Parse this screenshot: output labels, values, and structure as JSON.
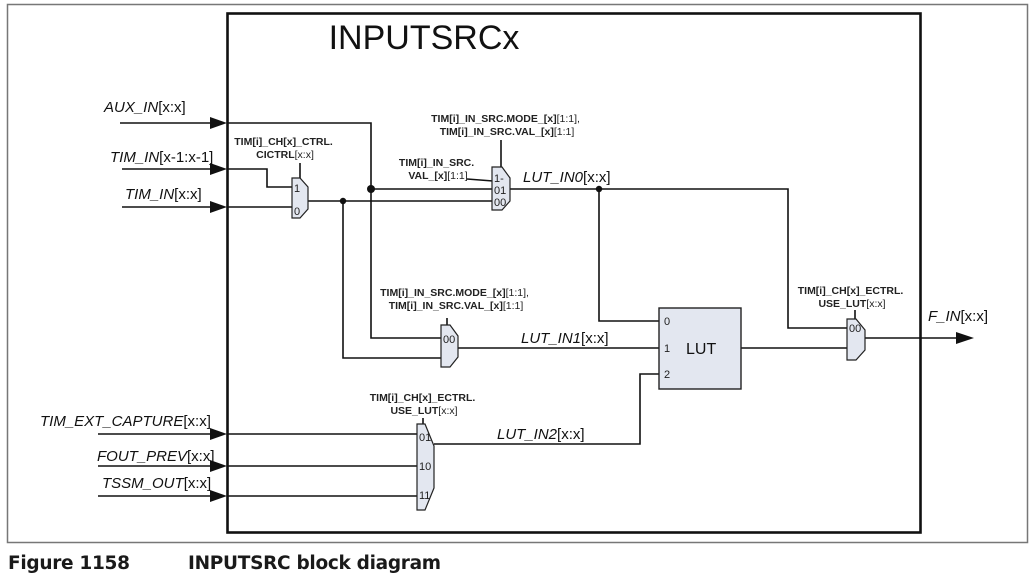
{
  "block": {
    "title": "INPUTSRCx"
  },
  "inputs": {
    "aux_in": {
      "name": "AUX_IN",
      "range": "[x:x]"
    },
    "tim_in_prev": {
      "name": "TIM_IN",
      "range": "[x-1:x-1]"
    },
    "tim_in": {
      "name": "TIM_IN",
      "range": "[x:x]"
    },
    "tim_ext_capture": {
      "name": "TIM_EXT_CAPTURE",
      "range": "[x:x]"
    },
    "fout_prev": {
      "name": "FOUT_PREV",
      "range": "[x:x]"
    },
    "tssm_out": {
      "name": "TSSM_OUT",
      "range": "[x:x]"
    }
  },
  "outputs": {
    "f_in": {
      "name": "F_IN",
      "range": "[x:x]"
    }
  },
  "internal_signals": {
    "lut_in0": {
      "name": "LUT_IN0",
      "range": "[x:x]"
    },
    "lut_in1": {
      "name": "LUT_IN1",
      "range": "[x:x]"
    },
    "lut_in2": {
      "name": "LUT_IN2",
      "range": "[x:x]"
    }
  },
  "controls": {
    "cictrl": {
      "line1": "TIM[i]_CH[x]_CTRL.",
      "line2_bold": "CICTRL",
      "line2_plain": "[x:x]"
    },
    "in_src_mode_0": {
      "line1_bold": "TIM[i]_IN_SRC.MODE_[x]",
      "line1_plain": "[1:1],",
      "line2_bold": "TIM[i]_IN_SRC.VAL_[x]",
      "line2_plain": "[1:1]"
    },
    "in_src_val_0": {
      "line1": "TIM[i]_IN_SRC.",
      "line2_bold": "VAL_[x]",
      "line2_plain": "[1:1]"
    },
    "in_src_mode_1": {
      "line1_bold": "TIM[i]_IN_SRC.MODE_[x]",
      "line1_plain": "[1:1],",
      "line2_bold": "TIM[i]_IN_SRC.VAL_[x]",
      "line2_plain": "[1:1]"
    },
    "use_lut_out": {
      "line1": "TIM[i]_CH[x]_ECTRL.",
      "line2_bold": "USE_LUT",
      "line2_plain": "[x:x]"
    },
    "use_lut_in2": {
      "line1": "TIM[i]_CH[x]_ECTRL.",
      "line2_bold": "USE_LUT",
      "line2_plain": "[x:x]"
    }
  },
  "muxes": {
    "mux_cictrl": {
      "ports": [
        "1",
        "0"
      ]
    },
    "mux_lut_in0": {
      "ports": [
        "1-",
        "01",
        "00"
      ]
    },
    "mux_lut_in1": {
      "ports": [
        "00"
      ]
    },
    "mux_output": {
      "ports": [
        "00"
      ]
    },
    "mux_lut_in2": {
      "ports": [
        "01",
        "10",
        "11"
      ]
    }
  },
  "lut": {
    "label": "LUT",
    "ports": [
      "0",
      "1",
      "2"
    ]
  },
  "caption": {
    "number": "Figure 1158",
    "title": "INPUTSRC block diagram"
  }
}
